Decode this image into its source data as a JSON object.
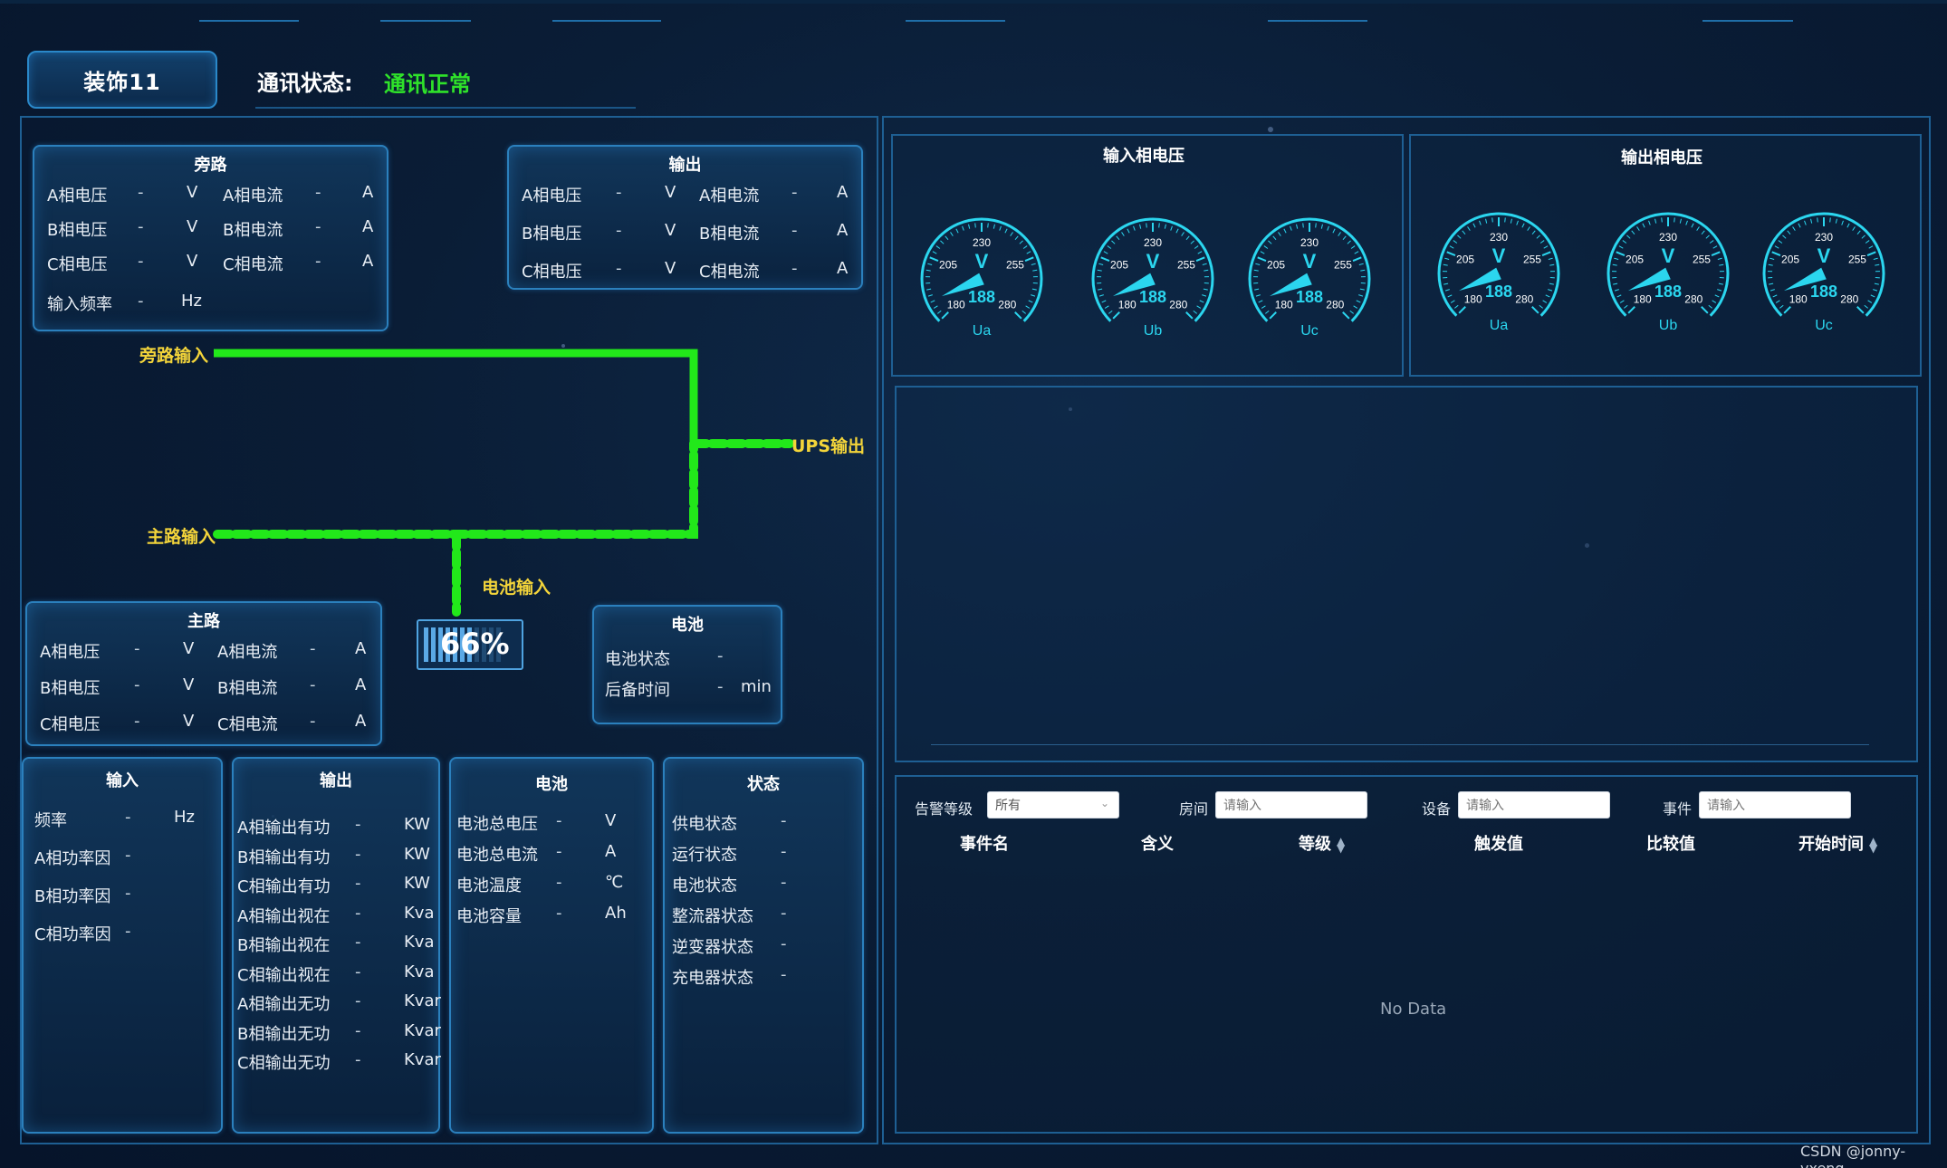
{
  "header": {
    "device_name": "装饰11",
    "comm_label": "通讯状态:",
    "comm_value": "通讯正常"
  },
  "bypass": {
    "title": "旁路",
    "rows": [
      {
        "label_v": "A相电压",
        "val_v": "-",
        "unit_v": "V",
        "label_a": "A相电流",
        "val_a": "-",
        "unit_a": "A"
      },
      {
        "label_v": "B相电压",
        "val_v": "-",
        "unit_v": "V",
        "label_a": "B相电流",
        "val_a": "-",
        "unit_a": "A"
      },
      {
        "label_v": "C相电压",
        "val_v": "-",
        "unit_v": "V",
        "label_a": "C相电流",
        "val_a": "-",
        "unit_a": "A"
      }
    ],
    "freq_label": "输入频率",
    "freq_value": "-",
    "freq_unit": "Hz"
  },
  "output_top": {
    "title": "输出",
    "rows": [
      {
        "label_v": "A相电压",
        "val_v": "-",
        "unit_v": "V",
        "label_a": "A相电流",
        "val_a": "-",
        "unit_a": "A"
      },
      {
        "label_v": "B相电压",
        "val_v": "-",
        "unit_v": "V",
        "label_a": "B相电流",
        "val_a": "-",
        "unit_a": "A"
      },
      {
        "label_v": "C相电压",
        "val_v": "-",
        "unit_v": "V",
        "label_a": "C相电流",
        "val_a": "-",
        "unit_a": "A"
      }
    ]
  },
  "flow": {
    "bypass_input": "旁路输入",
    "main_input": "主路输入",
    "ups_output": "UPS输出",
    "battery_input": "电池输入",
    "battery_percent": "66%",
    "battery_level": 0.66,
    "solid_color": "#22e81a",
    "dashed_color": "#22e81a"
  },
  "main_path": {
    "title": "主路",
    "rows": [
      {
        "label_v": "A相电压",
        "val_v": "-",
        "unit_v": "V",
        "label_a": "A相电流",
        "val_a": "-",
        "unit_a": "A"
      },
      {
        "label_v": "B相电压",
        "val_v": "-",
        "unit_v": "V",
        "label_a": "B相电流",
        "val_a": "-",
        "unit_a": "A"
      },
      {
        "label_v": "C相电压",
        "val_v": "-",
        "unit_v": "V",
        "label_a": "C相电流",
        "val_a": "-",
        "unit_a": "A"
      }
    ]
  },
  "battery_mini": {
    "title": "电池",
    "rows": [
      {
        "label": "电池状态",
        "value": "-",
        "unit": ""
      },
      {
        "label": "后备时间",
        "value": "-",
        "unit": "min"
      }
    ]
  },
  "input_panel": {
    "title": "输入",
    "rows": [
      {
        "label": "频率",
        "value": "-",
        "unit": "Hz"
      },
      {
        "label": "A相功率因",
        "value": "-",
        "unit": ""
      },
      {
        "label": "B相功率因",
        "value": "-",
        "unit": ""
      },
      {
        "label": "C相功率因",
        "value": "-",
        "unit": ""
      }
    ]
  },
  "output_panel": {
    "title": "输出",
    "rows": [
      {
        "label": "A相输出有功",
        "value": "-",
        "unit": "KW"
      },
      {
        "label": "B相输出有功",
        "value": "-",
        "unit": "KW"
      },
      {
        "label": "C相输出有功",
        "value": "-",
        "unit": "KW"
      },
      {
        "label": "A相输出视在",
        "value": "-",
        "unit": "Kva"
      },
      {
        "label": "B相输出视在",
        "value": "-",
        "unit": "Kva"
      },
      {
        "label": "C相输出视在",
        "value": "-",
        "unit": "Kva"
      },
      {
        "label": "A相输出无功",
        "value": "-",
        "unit": "Kvar"
      },
      {
        "label": "B相输出无功",
        "value": "-",
        "unit": "Kvar"
      },
      {
        "label": "C相输出无功",
        "value": "-",
        "unit": "Kvar"
      }
    ]
  },
  "battery_panel": {
    "title": "电池",
    "rows": [
      {
        "label": "电池总电压",
        "value": "-",
        "unit": "V"
      },
      {
        "label": "电池总电流",
        "value": "-",
        "unit": "A"
      },
      {
        "label": "电池温度",
        "value": "-",
        "unit": "℃"
      },
      {
        "label": "电池容量",
        "value": "-",
        "unit": "Ah"
      }
    ]
  },
  "status_panel": {
    "title": "状态",
    "rows": [
      {
        "label": "供电状态",
        "value": "-"
      },
      {
        "label": "运行状态",
        "value": "-"
      },
      {
        "label": "电池状态",
        "value": "-"
      },
      {
        "label": "整流器状态",
        "value": "-"
      },
      {
        "label": "逆变器状态",
        "value": "-"
      },
      {
        "label": "充电器状态",
        "value": "-"
      }
    ]
  },
  "gauges": {
    "input_title": "输入相电压",
    "output_title": "输出相电压",
    "unit": "V",
    "min": 180,
    "max": 280,
    "ticks": [
      "180",
      "205",
      "230",
      "255",
      "280"
    ],
    "accent": "#2bd6ef",
    "input": [
      {
        "name": "Ua",
        "value": 188
      },
      {
        "name": "Ub",
        "value": 188
      },
      {
        "name": "Uc",
        "value": 188
      }
    ],
    "output": [
      {
        "name": "Ua",
        "value": 188
      },
      {
        "name": "Ub",
        "value": 188
      },
      {
        "name": "Uc",
        "value": 188
      }
    ]
  },
  "alarm_filter": {
    "level_label": "告警等级",
    "level_value": "所有",
    "room_label": "房间",
    "room_placeholder": "请输入",
    "device_label": "设备",
    "device_placeholder": "请输入",
    "event_label": "事件",
    "event_placeholder": "请输入"
  },
  "alarm_table": {
    "columns": [
      "事件名",
      "含义",
      "等级",
      "触发值",
      "比较值",
      "开始时间"
    ],
    "empty_text": "No Data"
  },
  "watermark": "CSDN @jonny-yxeng"
}
